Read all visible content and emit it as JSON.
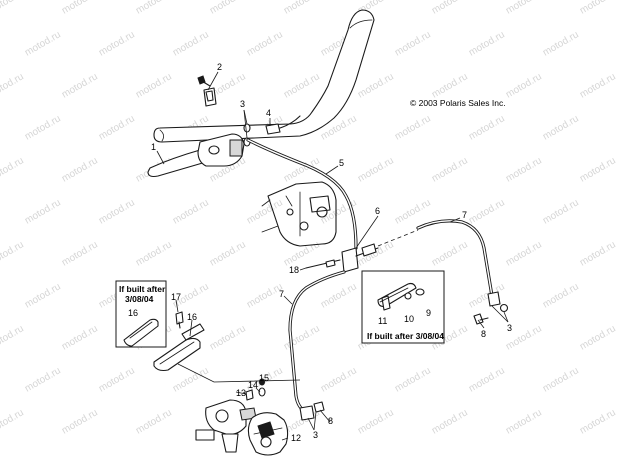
{
  "copyright": "© 2003 Polaris Sales Inc.",
  "watermark": "motod.ru",
  "insets": {
    "left": {
      "lines": [
        "If built after",
        "3/08/04"
      ],
      "callout": "16"
    },
    "right": {
      "label": "If built after 3/08/04",
      "callouts": [
        "11",
        "10",
        "9"
      ]
    }
  },
  "callouts": {
    "c1": "1",
    "c2": "2",
    "c3a": "3",
    "c4": "4",
    "c5": "5",
    "c6": "6",
    "c7a": "7",
    "c7b": "7",
    "c18": "18",
    "c17": "17",
    "c16": "16",
    "c8a": "8",
    "c3b": "3",
    "c13": "13",
    "c14": "14",
    "c15": "15",
    "c12": "12",
    "c8b": "8",
    "c3c": "3"
  }
}
